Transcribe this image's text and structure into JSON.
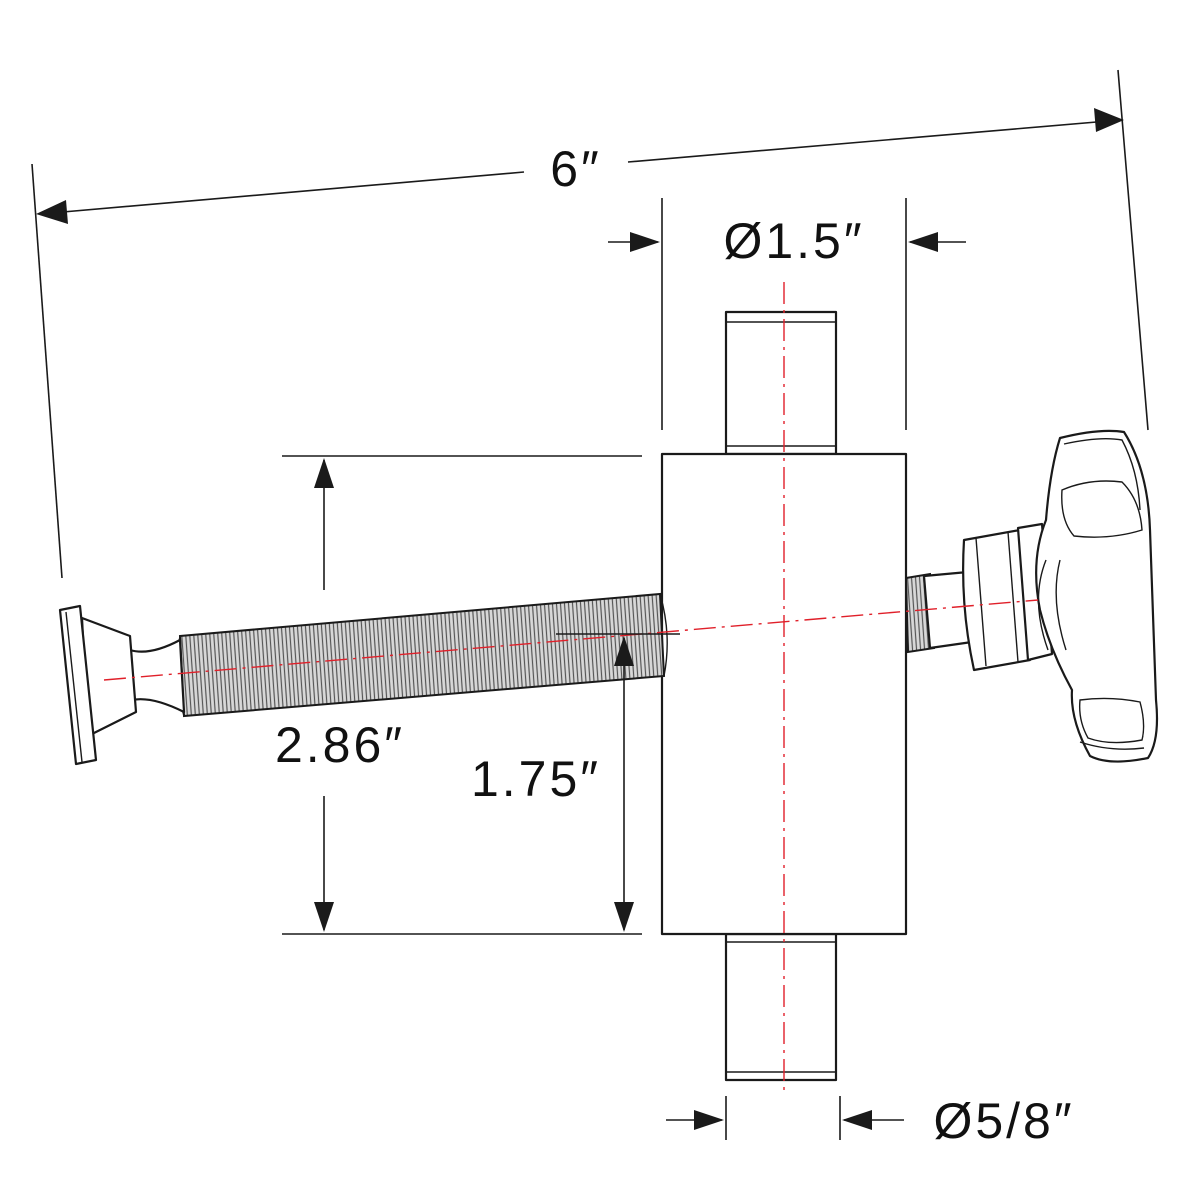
{
  "dimensions": {
    "overall_length": "6″",
    "body_diameter": "Ø1.5″",
    "screw_length": "2.86″",
    "screw_height": "1.75″",
    "pin_diameter": "Ø5/8″"
  },
  "colors": {
    "outline": "#1a1a1a",
    "centerline": "#e0202a",
    "thread_fill": "#c9c9c9",
    "background": "#ffffff"
  }
}
